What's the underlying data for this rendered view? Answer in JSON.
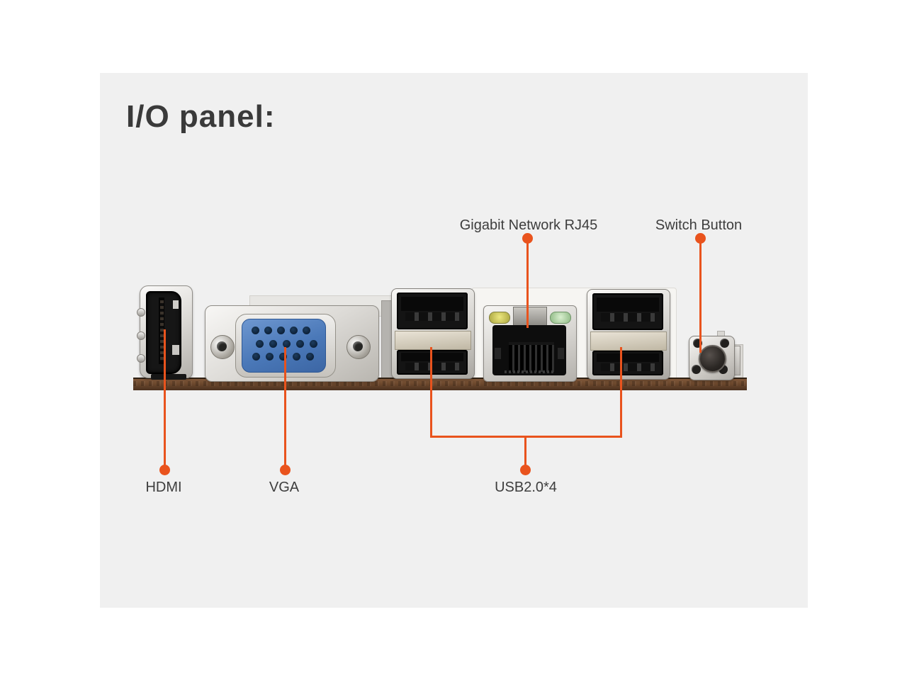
{
  "title": "I/O panel:",
  "callouts": {
    "rj45": {
      "label": "Gigabit Network RJ45"
    },
    "switch": {
      "label": "Switch Button"
    },
    "hdmi": {
      "label": "HDMI"
    },
    "vga": {
      "label": "VGA"
    },
    "usb": {
      "label": "USB2.0*4"
    }
  },
  "colors": {
    "accent_orange": "#E9531D",
    "panel_background": "#F0F0F0",
    "text_dark": "#3B3B3B",
    "pcb_brown": "#6B472C",
    "vga_blue": "#4A78B8",
    "led_yellow": "#D8D36A",
    "led_green": "#BCDDB1"
  }
}
